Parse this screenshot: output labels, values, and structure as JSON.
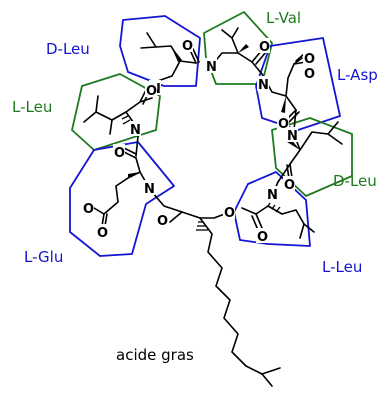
{
  "colors": {
    "blue": "#1414d2",
    "green": "#1f7a1f",
    "bond": "#000000"
  },
  "residues": [
    {
      "label": "D-Leu",
      "color": "blue"
    },
    {
      "label": "L-Val",
      "color": "green"
    },
    {
      "label": "L-Asp",
      "color": "blue"
    },
    {
      "label": "L-Leu",
      "color": "green"
    },
    {
      "label": "D-Leu",
      "color": "green"
    },
    {
      "label": "L-Glu",
      "color": "blue"
    },
    {
      "label": "L-Leu",
      "color": "blue"
    }
  ],
  "atoms": {
    "nitrogen": "N",
    "oxygen": "O"
  },
  "caption": "acide gras"
}
